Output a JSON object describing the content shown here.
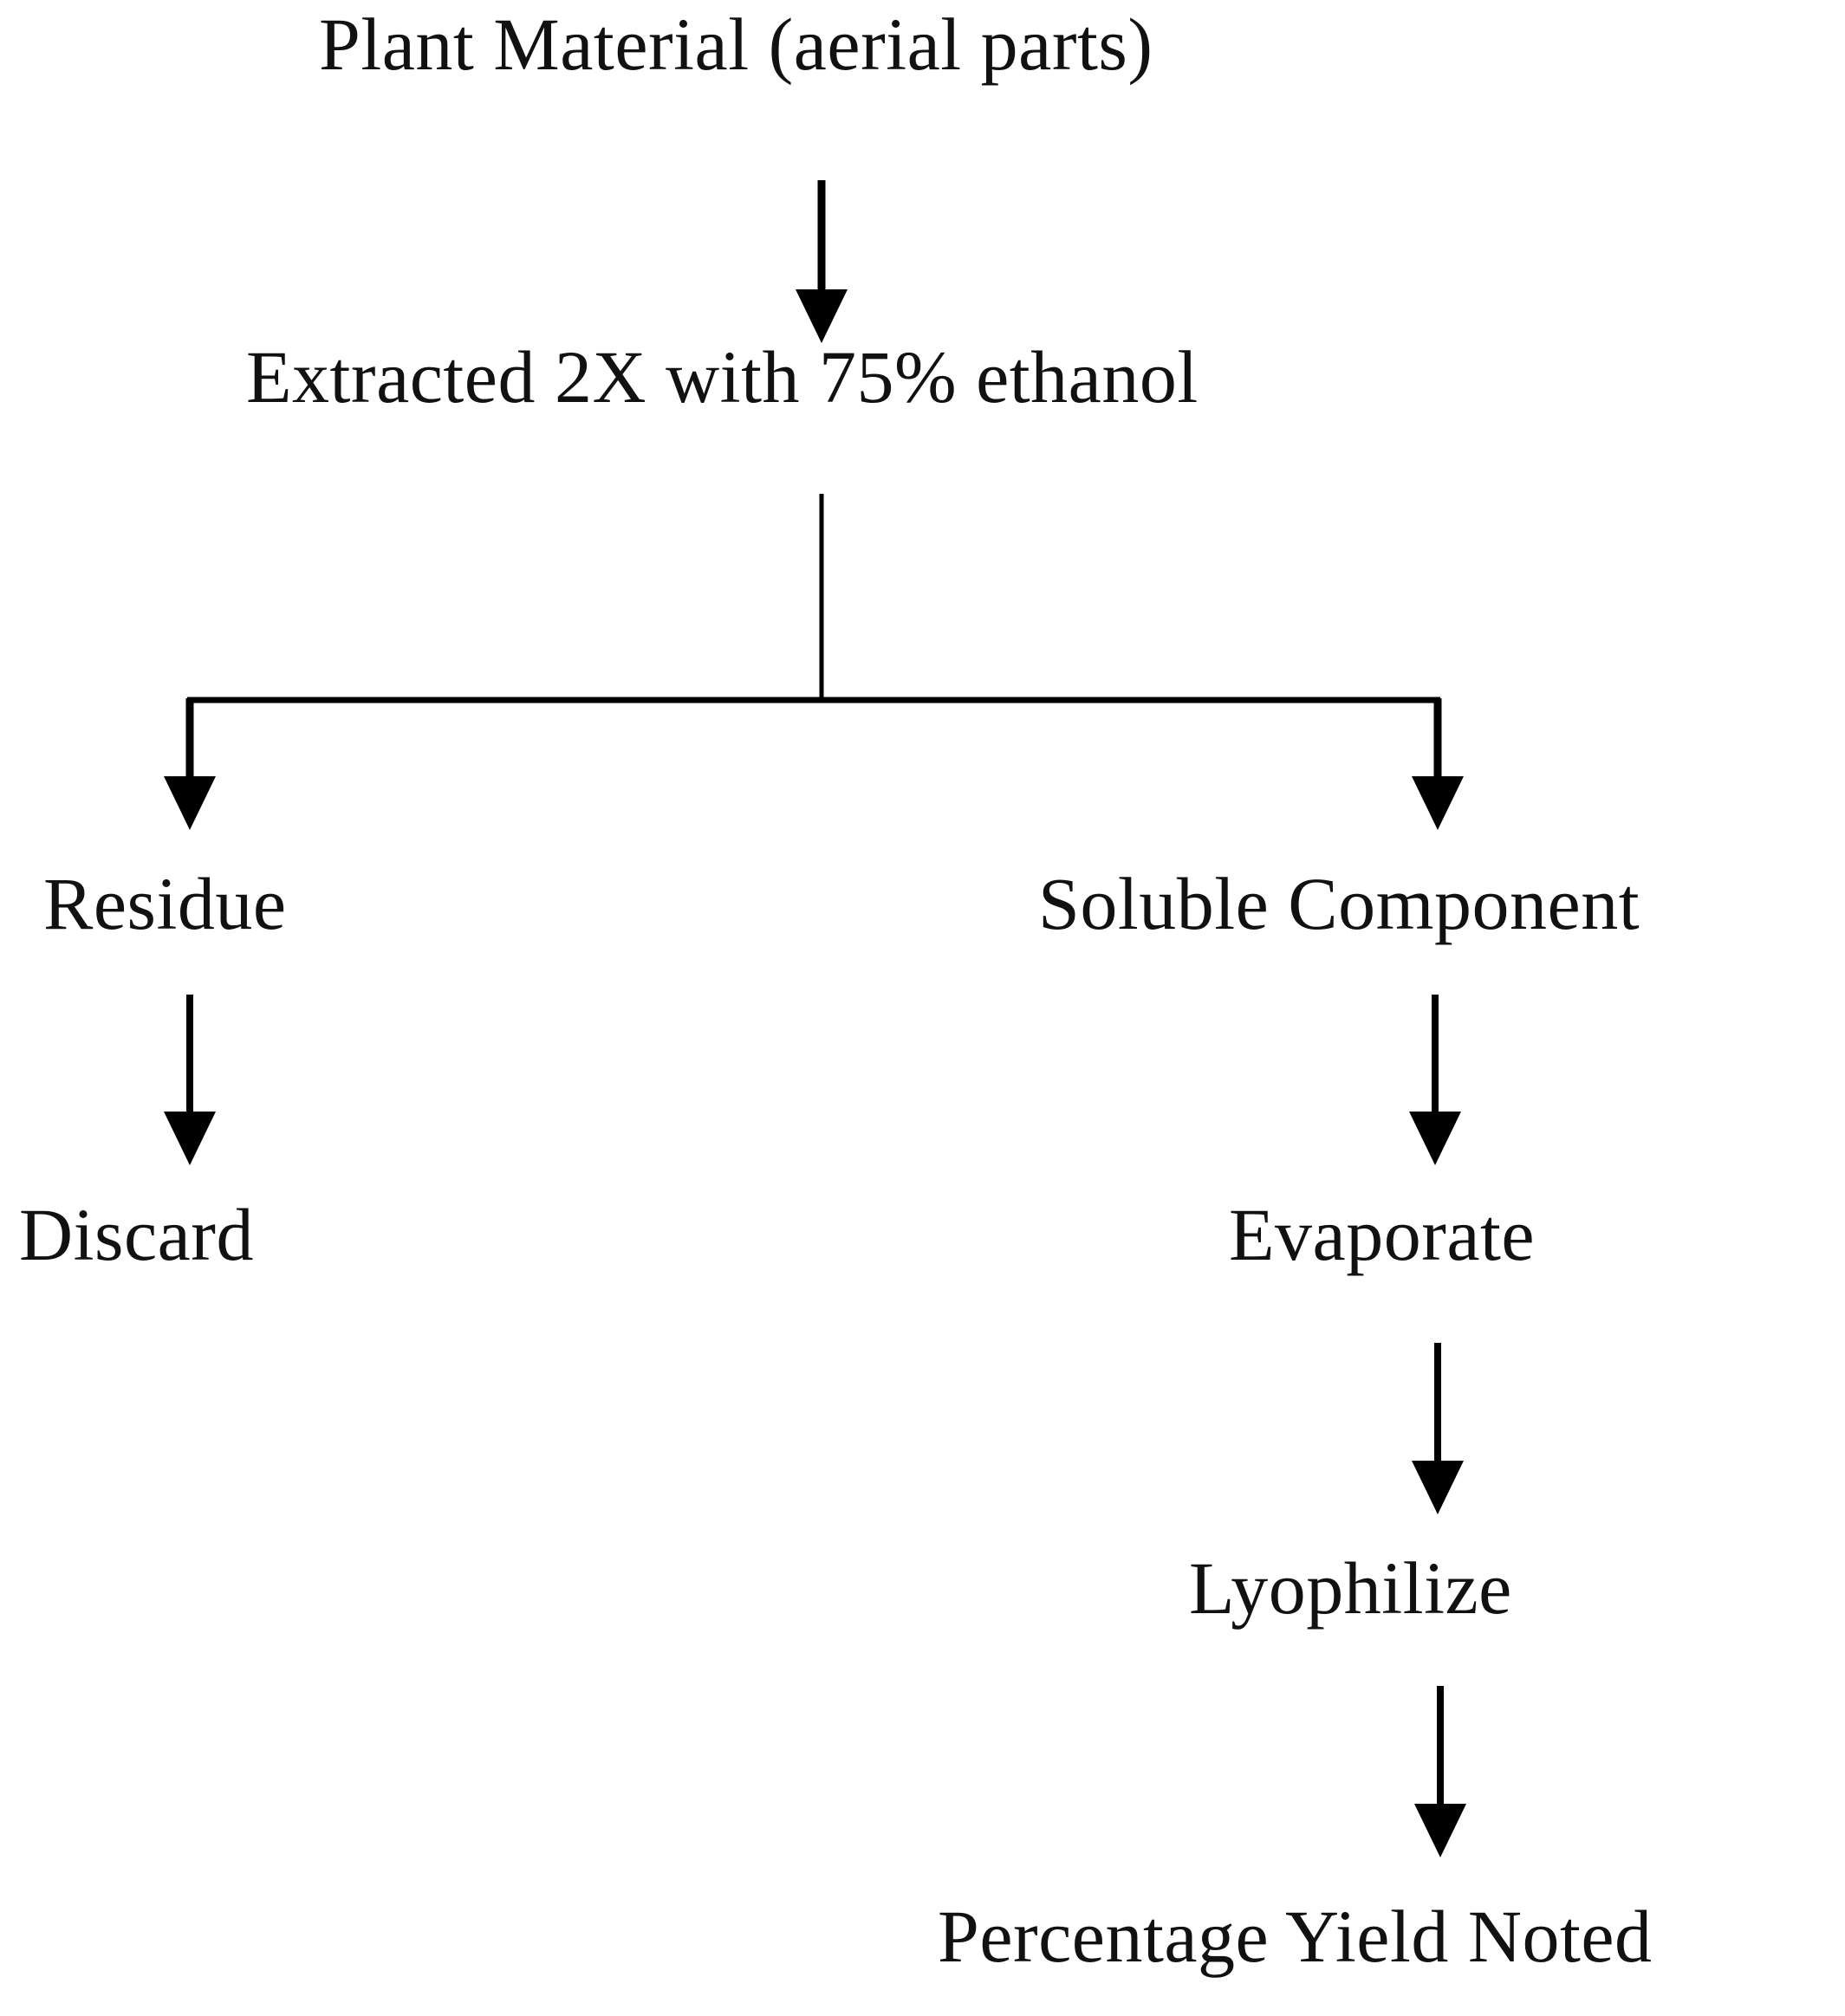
{
  "diagram": {
    "title": "Plant extraction workflow flowchart",
    "background_color": "#ffffff",
    "line_color": "#000000",
    "text_color": "#111111",
    "nodes": [
      {
        "id": "n1",
        "label": "Plant Material (aerial parts)"
      },
      {
        "id": "n2",
        "label": "Extracted 2X with 75% ethanol"
      },
      {
        "id": "n3a",
        "label": "Residue"
      },
      {
        "id": "n3b",
        "label": "Soluble Component"
      },
      {
        "id": "n4a",
        "label": "Discard"
      },
      {
        "id": "n4b",
        "label": "Evaporate"
      },
      {
        "id": "n5",
        "label": "Lyophilize"
      },
      {
        "id": "n6",
        "label": "Percentage Yield Noted"
      }
    ],
    "edges": [
      {
        "from": "n1",
        "to": "n2",
        "style": "straight-arrow"
      },
      {
        "from": "n2",
        "to": "n3a",
        "style": "elbow-arrow-left"
      },
      {
        "from": "n2",
        "to": "n3b",
        "style": "elbow-arrow-right"
      },
      {
        "from": "n3a",
        "to": "n4a",
        "style": "straight-arrow"
      },
      {
        "from": "n3b",
        "to": "n4b",
        "style": "straight-arrow"
      },
      {
        "from": "n4b",
        "to": "n5",
        "style": "straight-arrow"
      },
      {
        "from": "n5",
        "to": "n6",
        "style": "straight-arrow"
      }
    ]
  }
}
